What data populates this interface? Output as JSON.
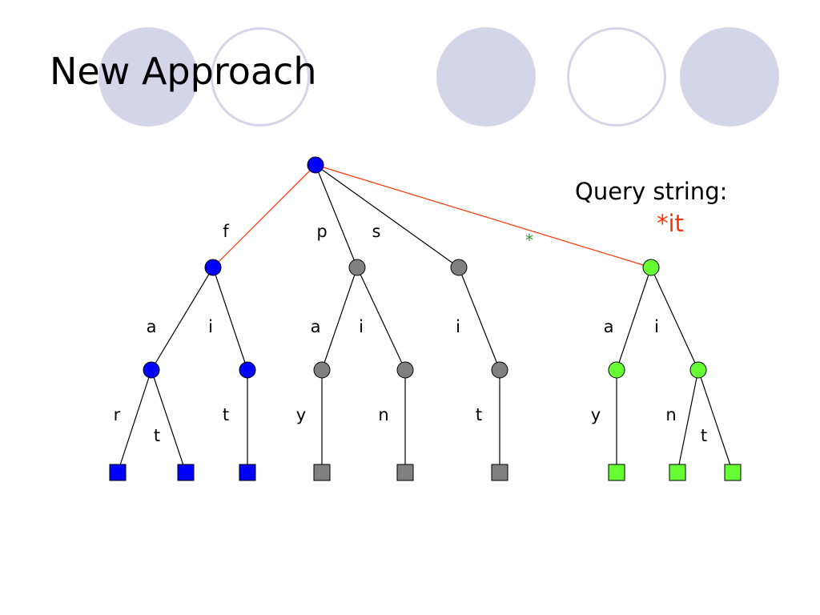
{
  "slide": {
    "title": "New Approach",
    "query_label": "Query string:",
    "query_value": "*it",
    "wildcard_label": "*"
  },
  "colors": {
    "decoration": "#d5d5ea",
    "matched_node": "#0000ff",
    "unmatched_node": "#808080",
    "wildcard_node": "#66ff33",
    "highlight_edge": "#ff3300",
    "normal_edge": "#000000",
    "query_value": "#ff3300",
    "wildcard_label": "#339933"
  },
  "tree": {
    "nodes": [
      {
        "id": "root",
        "shape": "circle",
        "group": "matched"
      },
      {
        "id": "f",
        "shape": "circle",
        "group": "matched"
      },
      {
        "id": "p",
        "shape": "circle",
        "group": "unmatched"
      },
      {
        "id": "s",
        "shape": "circle",
        "group": "unmatched"
      },
      {
        "id": "star",
        "shape": "circle",
        "group": "wildcard"
      },
      {
        "id": "fa",
        "shape": "circle",
        "group": "matched"
      },
      {
        "id": "fi",
        "shape": "circle",
        "group": "matched"
      },
      {
        "id": "pa",
        "shape": "circle",
        "group": "unmatched"
      },
      {
        "id": "pi",
        "shape": "circle",
        "group": "unmatched"
      },
      {
        "id": "si",
        "shape": "circle",
        "group": "unmatched"
      },
      {
        "id": "sa",
        "shape": "circle",
        "group": "wildcard"
      },
      {
        "id": "sti",
        "shape": "circle",
        "group": "wildcard"
      },
      {
        "id": "far",
        "shape": "square",
        "group": "matched"
      },
      {
        "id": "fat",
        "shape": "square",
        "group": "matched"
      },
      {
        "id": "fit",
        "shape": "square",
        "group": "matched"
      },
      {
        "id": "pay",
        "shape": "square",
        "group": "unmatched"
      },
      {
        "id": "pin",
        "shape": "square",
        "group": "unmatched"
      },
      {
        "id": "sit",
        "shape": "square",
        "group": "unmatched"
      },
      {
        "id": "say",
        "shape": "square",
        "group": "wildcard"
      },
      {
        "id": "stin",
        "shape": "square",
        "group": "wildcard"
      },
      {
        "id": "stit",
        "shape": "square",
        "group": "wildcard"
      }
    ],
    "edges": [
      {
        "from": "root",
        "to": "f",
        "label": "f",
        "highlight": true
      },
      {
        "from": "root",
        "to": "p",
        "label": "p",
        "highlight": false
      },
      {
        "from": "root",
        "to": "s",
        "label": "s",
        "highlight": false
      },
      {
        "from": "root",
        "to": "star",
        "label": "",
        "highlight": true
      },
      {
        "from": "f",
        "to": "fa",
        "label": "a",
        "highlight": false
      },
      {
        "from": "f",
        "to": "fi",
        "label": "i",
        "highlight": false
      },
      {
        "from": "p",
        "to": "pa",
        "label": "a",
        "highlight": false
      },
      {
        "from": "p",
        "to": "pi",
        "label": "i",
        "highlight": false
      },
      {
        "from": "s",
        "to": "si",
        "label": "i",
        "highlight": false
      },
      {
        "from": "star",
        "to": "sa",
        "label": "a",
        "highlight": false
      },
      {
        "from": "star",
        "to": "sti",
        "label": "i",
        "highlight": false
      },
      {
        "from": "fa",
        "to": "far",
        "label": "r",
        "highlight": false
      },
      {
        "from": "fa",
        "to": "fat",
        "label": "t",
        "highlight": false
      },
      {
        "from": "fi",
        "to": "fit",
        "label": "t",
        "highlight": false
      },
      {
        "from": "pa",
        "to": "pay",
        "label": "y",
        "highlight": false
      },
      {
        "from": "pi",
        "to": "pin",
        "label": "n",
        "highlight": false
      },
      {
        "from": "si",
        "to": "sit",
        "label": "t",
        "highlight": false
      },
      {
        "from": "sa",
        "to": "say",
        "label": "y",
        "highlight": false
      },
      {
        "from": "sti",
        "to": "stin",
        "label": "n",
        "highlight": false
      },
      {
        "from": "sti",
        "to": "stit",
        "label": "t",
        "highlight": false
      }
    ]
  }
}
